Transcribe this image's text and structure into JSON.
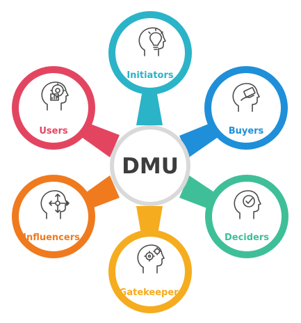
{
  "center": {
    "label": "DMU"
  },
  "roles": [
    {
      "key": "initiators",
      "label": "Initiators",
      "color": "#2bb3c8",
      "icon": "lightbulb-head-icon"
    },
    {
      "key": "buyers",
      "label": "Buyers",
      "color": "#1e8fd8",
      "icon": "hand-card-head-icon"
    },
    {
      "key": "deciders",
      "label": "Deciders",
      "color": "#3fbf98",
      "icon": "checkmark-head-icon"
    },
    {
      "key": "gatekeepers",
      "label": "Gatekeepers",
      "color": "#f5ac1e",
      "icon": "gears-head-icon"
    },
    {
      "key": "influencers",
      "label": "Influencers",
      "color": "#f07a1e",
      "icon": "arrows-head-icon"
    },
    {
      "key": "users",
      "label": "Users",
      "color": "#e34561",
      "icon": "gear-chart-head-icon"
    }
  ]
}
